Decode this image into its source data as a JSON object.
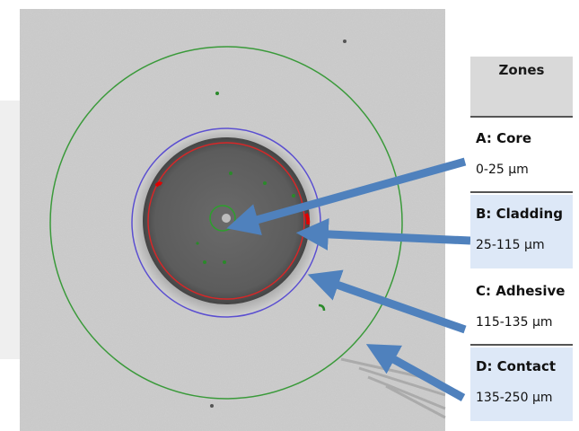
{
  "panel": {
    "title": "Zones",
    "zones": [
      {
        "name": "A: Core",
        "range": "0-25 µm"
      },
      {
        "name": "B: Cladding",
        "range": "25-115 µm"
      },
      {
        "name": "C: Adhesive",
        "range": "115-135 µm"
      },
      {
        "name": "D: Contact",
        "range": "135-250 µm"
      }
    ]
  },
  "colors": {
    "arrow": "#4f81bd",
    "core_circle": "#2ca02c",
    "cladding_circle": "#d62728",
    "adhesive_circle": "#5b4fd0",
    "contact_circle": "#3a9a3a",
    "fiber_face": "#5a5a5a",
    "background": "#c8c8c8",
    "zone_highlight": "#dde8f7"
  }
}
